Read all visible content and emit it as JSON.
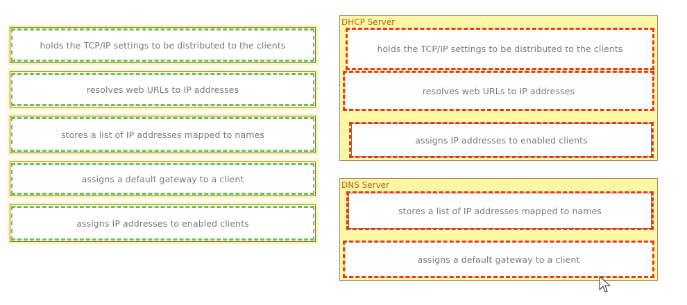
{
  "source_items": [
    {
      "label": "holds the TCP/IP settings to be distributed to the clients"
    },
    {
      "label": "resolves web URLs to IP addresses"
    },
    {
      "label": "stores a list of IP addresses mapped to names"
    },
    {
      "label": "assigns a default gateway to a client"
    },
    {
      "label": "assigns IP addresses to enabled clients"
    }
  ],
  "targets": {
    "dhcp": {
      "title": "DHCP Server",
      "slots": [
        {
          "label": "holds the TCP/IP settings to be distributed to the clients"
        },
        {
          "label": "resolves web URLs to IP addresses"
        },
        {
          "label": "assigns IP addresses to enabled clients"
        }
      ]
    },
    "dns": {
      "title": "DNS Server",
      "slots": [
        {
          "label": "stores a list of IP addresses mapped to names"
        },
        {
          "label": "assigns a default gateway to a client"
        }
      ]
    }
  },
  "colors": {
    "tile_background": "#fff6a6",
    "source_highlight": "#6cc24a",
    "target_highlight": "#e03a2a",
    "title_text": "#b0651a",
    "item_text": "#7a7a7a"
  }
}
